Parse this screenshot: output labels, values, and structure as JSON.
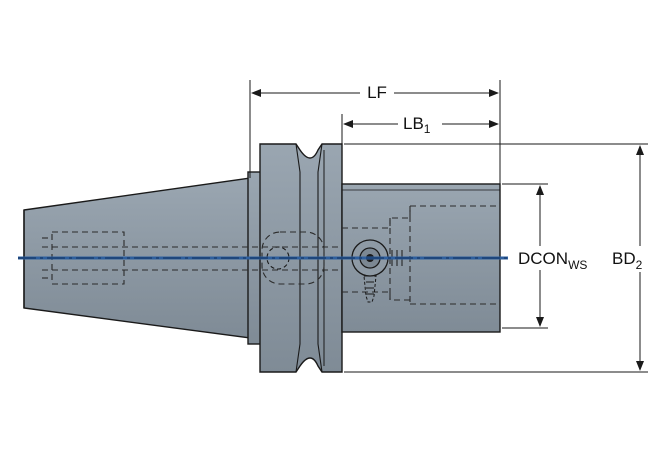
{
  "diagram": {
    "colors": {
      "body": "#8f9ba6",
      "body_dark": "#6f7b86",
      "outline": "#1a1a1a",
      "hidden_line": "#2b2b2b",
      "centerline": "#2e5f9e",
      "dimension": "#1a1a1a"
    },
    "dimensions": {
      "lf": {
        "main": "LF",
        "sub": ""
      },
      "lb1": {
        "main": "LB",
        "sub": "1"
      },
      "dcon": {
        "main": "DCON",
        "sub": "WS"
      },
      "bd2": {
        "main": "BD",
        "sub": "2"
      }
    }
  }
}
